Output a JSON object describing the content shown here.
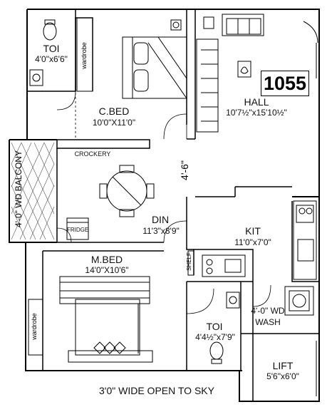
{
  "unit_number": "1055",
  "rooms": {
    "toi_top": {
      "name": "TOI",
      "dims": "4'0\"x6'6\""
    },
    "wardrobe_top": {
      "name": "wardrobe"
    },
    "cbed": {
      "name": "C.BED",
      "dims": "10'0\"X11'0\""
    },
    "hall": {
      "name": "HALL",
      "dims": "10'7½\"x15'10½\""
    },
    "crockery": {
      "name": "CROCKERY"
    },
    "balcony": {
      "name": "4'-0\" WD BALCONY"
    },
    "passage": {
      "dims": "4'-6\""
    },
    "fridge": {
      "name": "FRIDGE"
    },
    "din": {
      "name": "DIN",
      "dims": "11'3\"x8'9\""
    },
    "kit": {
      "name": "KIT",
      "dims": "11'0\"x7'0\""
    },
    "shelf": {
      "name": "SHELF"
    },
    "mbed": {
      "name": "M.BED",
      "dims": "14'0\"X10'6\""
    },
    "wardrobe_bottom": {
      "name": "wardrobe"
    },
    "toi_bottom": {
      "name": "TOI",
      "dims": "4'4½\"x7'9\""
    },
    "wash": {
      "name": "4'-0\" WD",
      "sub": "WASH"
    },
    "lift": {
      "name": "LIFT",
      "dims": "5'6\"x6'0\""
    },
    "open_to_sky": {
      "name": "3'0\" WIDE OPEN TO SKY"
    }
  }
}
